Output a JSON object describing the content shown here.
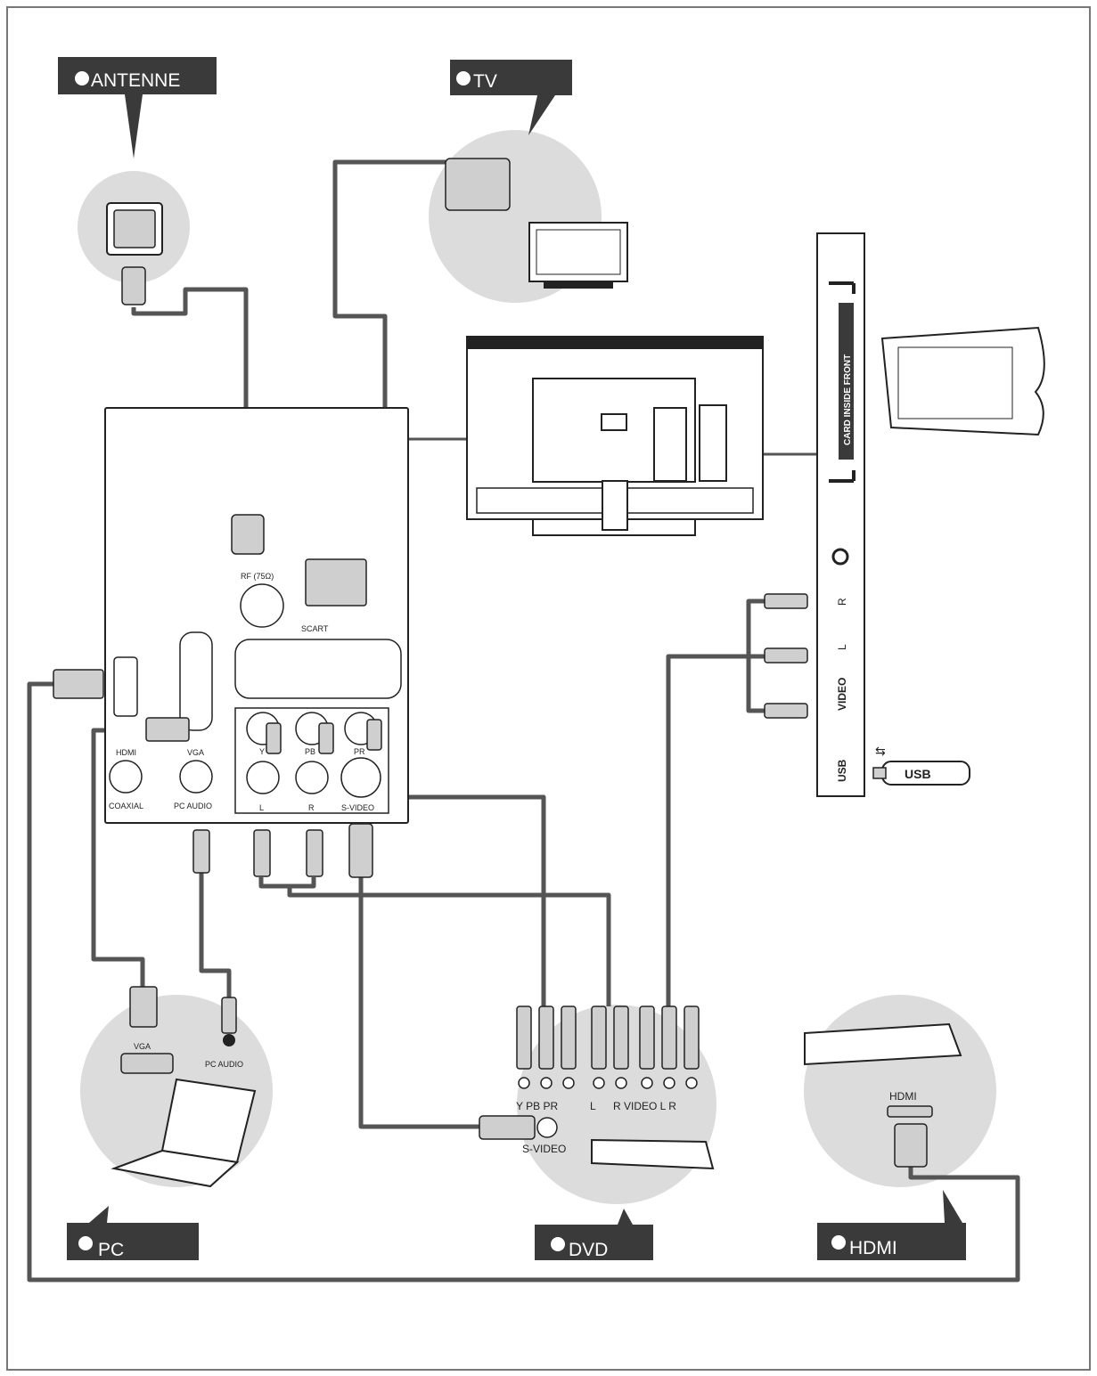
{
  "callouts": {
    "antenne": "ANTENNE",
    "tv": "TV",
    "pc": "PC",
    "dvd": "DVD",
    "hdmi": "HDMI"
  },
  "panel": {
    "rf": "RF (75Ω)",
    "scart": "SCART",
    "hdmi": "HDMI",
    "vga": "VGA",
    "coaxial": "COAXIAL",
    "pc_audio": "PC AUDIO",
    "y": "Y",
    "pb": "PB",
    "pr": "PR",
    "l": "L",
    "r": "R",
    "s_video": "S-VIDEO"
  },
  "side_panel": {
    "card_slot": "CARD INSIDE FRONT",
    "r": "R",
    "l": "L",
    "video": "VIDEO",
    "usb": "USB",
    "usb_stick": "USB"
  },
  "pc_labels": {
    "vga": "VGA",
    "pc_audio": "PC AUDIO"
  },
  "dvd_labels": {
    "ypbpr": "Y PB PR",
    "l": "L",
    "rvideolr": "R VIDEO L R",
    "s_video": "S-VIDEO"
  },
  "hdmi_device_label": "HDMI"
}
